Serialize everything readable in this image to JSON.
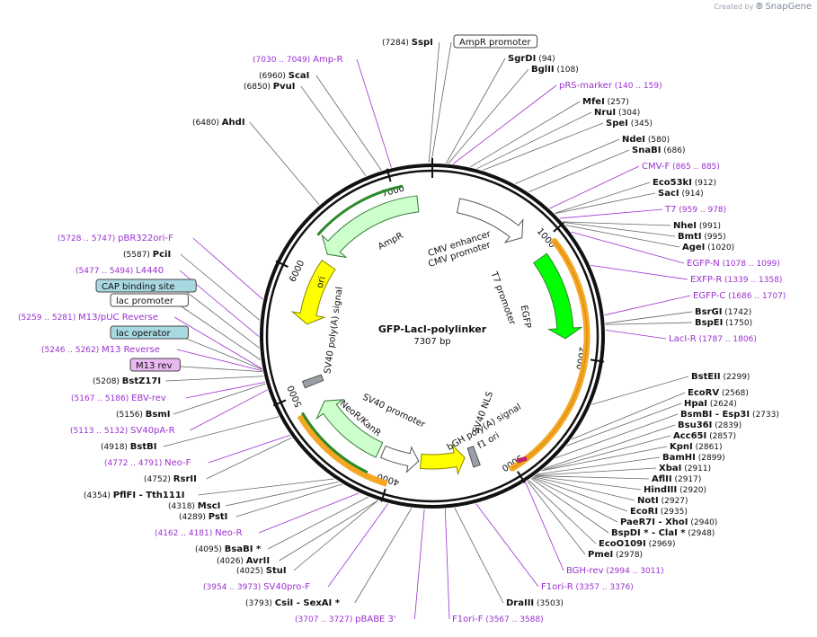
{
  "brand": {
    "created_by": "Created by",
    "product": "SnapGene"
  },
  "plasmid": {
    "name": "GFP-LacI-polylinker",
    "length": "7307 bp"
  },
  "ticks": [
    "1000",
    "2000",
    "3000",
    "4000",
    "5000",
    "6000",
    "7000"
  ],
  "features": [
    "AmpR",
    "AmpR promoter",
    "CMV enhancer",
    "CMV promoter",
    "T7 promoter",
    "EGFP",
    "SV40 NLS",
    "bGH poly(A) signal",
    "f1 ori",
    "SV40 promoter",
    "NeoR/KanR",
    "SV40 poly(A) signal",
    "ori",
    "lac promoter",
    "CAP binding site",
    "lac operator",
    "M13 rev"
  ],
  "labels": [
    {
      "t": "enzyme",
      "name": "SspI",
      "pos": "(7284)"
    },
    {
      "t": "primer",
      "name": "Amp-R",
      "pos": "(7030 .. 7049)"
    },
    {
      "t": "enzyme",
      "name": "ScaI",
      "pos": "(6960)"
    },
    {
      "t": "enzyme",
      "name": "PvuI",
      "pos": "(6850)"
    },
    {
      "t": "enzyme",
      "name": "AhdI",
      "pos": "(6480)"
    },
    {
      "t": "primer",
      "name": "pBR322ori-F",
      "pos": "(5728 .. 5747)"
    },
    {
      "t": "enzyme",
      "name": "PciI",
      "pos": "(5587)"
    },
    {
      "t": "primer",
      "name": "L4440",
      "pos": "(5477 .. 5494)"
    },
    {
      "t": "box",
      "name": "CAP binding site",
      "style": "cap"
    },
    {
      "t": "box",
      "name": "lac promoter",
      "style": "white"
    },
    {
      "t": "primer",
      "name": "M13/pUC Reverse",
      "pos": "(5259 .. 5281)"
    },
    {
      "t": "box",
      "name": "lac operator",
      "style": "cap"
    },
    {
      "t": "primer",
      "name": "M13 Reverse",
      "pos": "(5246 .. 5262)"
    },
    {
      "t": "box",
      "name": "M13 rev",
      "style": "m13"
    },
    {
      "t": "enzyme",
      "name": "BstZ17I",
      "pos": "(5208)"
    },
    {
      "t": "primer",
      "name": "EBV-rev",
      "pos": "(5167 .. 5186)"
    },
    {
      "t": "enzyme",
      "name": "BsmI",
      "pos": "(5156)"
    },
    {
      "t": "primer",
      "name": "SV40pA-R",
      "pos": "(5113 .. 5132)"
    },
    {
      "t": "enzyme",
      "name": "BstBI",
      "pos": "(4918)"
    },
    {
      "t": "primer",
      "name": "Neo-F",
      "pos": "(4772 .. 4791)"
    },
    {
      "t": "enzyme",
      "name": "RsrII",
      "pos": "(4752)"
    },
    {
      "t": "enzyme",
      "name": "PflFI",
      "extra": "- Tth111I",
      "pos": "(4354)"
    },
    {
      "t": "enzyme",
      "name": "MscI",
      "pos": "(4318)"
    },
    {
      "t": "enzyme",
      "name": "PstI",
      "pos": "(4289)"
    },
    {
      "t": "primer",
      "name": "Neo-R",
      "pos": "(4162 .. 4181)"
    },
    {
      "t": "enzyme",
      "name": "BsaBI *",
      "pos": "(4095)"
    },
    {
      "t": "enzyme",
      "name": "AvrII",
      "pos": "(4026)"
    },
    {
      "t": "enzyme",
      "name": "StuI",
      "pos": "(4025)"
    },
    {
      "t": "primer",
      "name": "SV40pro-F",
      "pos": "(3954 .. 3973)"
    },
    {
      "t": "enzyme",
      "name": "CsiI",
      "extra": "- SexAI *",
      "pos": "(3793)"
    },
    {
      "t": "primer",
      "name": "pBABE 3'",
      "pos": "(3707 .. 3727)"
    },
    {
      "t": "primer",
      "name": "F1ori-F",
      "pos": "(3567 .. 3588)"
    },
    {
      "t": "enzyme",
      "name": "DraIII",
      "pos": "(3503)"
    },
    {
      "t": "primer",
      "name": "F1ori-R",
      "pos": "(3357 .. 3376)"
    },
    {
      "t": "primer",
      "name": "BGH-rev",
      "pos": "(2994 .. 3011)"
    },
    {
      "t": "enzyme",
      "name": "PmeI",
      "pos": "(2978)"
    },
    {
      "t": "enzyme",
      "name": "EcoO109I",
      "pos": "(2969)"
    },
    {
      "t": "enzyme",
      "name": "BspDI *",
      "extra": "- ClaI *",
      "pos": "(2948)"
    },
    {
      "t": "enzyme",
      "name": "PaeR7I",
      "extra": "- XhoI",
      "pos": "(2940)"
    },
    {
      "t": "enzyme",
      "name": "EcoRI",
      "pos": "(2935)"
    },
    {
      "t": "enzyme",
      "name": "NotI",
      "pos": "(2927)"
    },
    {
      "t": "enzyme",
      "name": "HindIII",
      "pos": "(2920)"
    },
    {
      "t": "enzyme",
      "name": "AflII",
      "pos": "(2917)"
    },
    {
      "t": "enzyme",
      "name": "XbaI",
      "pos": "(2911)"
    },
    {
      "t": "enzyme",
      "name": "BamHI",
      "pos": "(2899)"
    },
    {
      "t": "enzyme",
      "name": "KpnI",
      "pos": "(2861)"
    },
    {
      "t": "enzyme",
      "name": "Acc65I",
      "pos": "(2857)"
    },
    {
      "t": "enzyme",
      "name": "Bsu36I",
      "pos": "(2839)"
    },
    {
      "t": "enzyme",
      "name": "BsmBI",
      "extra": "- Esp3I",
      "pos": "(2733)"
    },
    {
      "t": "enzyme",
      "name": "HpaI",
      "pos": "(2624)"
    },
    {
      "t": "enzyme",
      "name": "EcoRV",
      "pos": "(2568)"
    },
    {
      "t": "enzyme",
      "name": "BstEII",
      "pos": "(2299)"
    },
    {
      "t": "primer",
      "name": "LacI-R",
      "pos": "(1787 .. 1806)"
    },
    {
      "t": "enzyme",
      "name": "BspEI",
      "pos": "(1750)"
    },
    {
      "t": "enzyme",
      "name": "BsrGI",
      "pos": "(1742)"
    },
    {
      "t": "primer",
      "name": "EGFP-C",
      "pos": "(1686 .. 1707)"
    },
    {
      "t": "primer",
      "name": "EXFP-R",
      "pos": "(1339 .. 1358)"
    },
    {
      "t": "primer",
      "name": "EGFP-N",
      "pos": "(1078 .. 1099)"
    },
    {
      "t": "enzyme",
      "name": "AgeI",
      "pos": "(1020)"
    },
    {
      "t": "enzyme",
      "name": "BmtI",
      "pos": "(995)"
    },
    {
      "t": "enzyme",
      "name": "NheI",
      "pos": "(991)"
    },
    {
      "t": "primer",
      "name": "T7",
      "pos": "(959 .. 978)"
    },
    {
      "t": "enzyme",
      "name": "SacI",
      "pos": "(914)"
    },
    {
      "t": "enzyme",
      "name": "Eco53kI",
      "pos": "(912)"
    },
    {
      "t": "primer",
      "name": "CMV-F",
      "pos": "(865 .. 885)"
    },
    {
      "t": "enzyme",
      "name": "SnaBI",
      "pos": "(686)"
    },
    {
      "t": "enzyme",
      "name": "NdeI",
      "pos": "(580)"
    },
    {
      "t": "enzyme",
      "name": "SpeI",
      "pos": "(345)"
    },
    {
      "t": "enzyme",
      "name": "NruI",
      "pos": "(304)"
    },
    {
      "t": "enzyme",
      "name": "MfeI",
      "pos": "(257)"
    },
    {
      "t": "primer",
      "name": "pRS-marker",
      "pos": "(140 .. 159)"
    },
    {
      "t": "enzyme",
      "name": "BglII",
      "pos": "(108)"
    },
    {
      "t": "enzyme",
      "name": "SgrDI",
      "pos": "(94)"
    },
    {
      "t": "box",
      "name": "AmpR promoter",
      "style": "white"
    }
  ],
  "colors": {
    "primer": "#9b30d0",
    "ori": "#ffff00",
    "ampr": "#ccffcc",
    "egfp": "#00ff00",
    "orange": "#f5a623",
    "gray": "#9aa0a8",
    "cap": "#a8d8e0",
    "m13": "#e8b8f0"
  }
}
